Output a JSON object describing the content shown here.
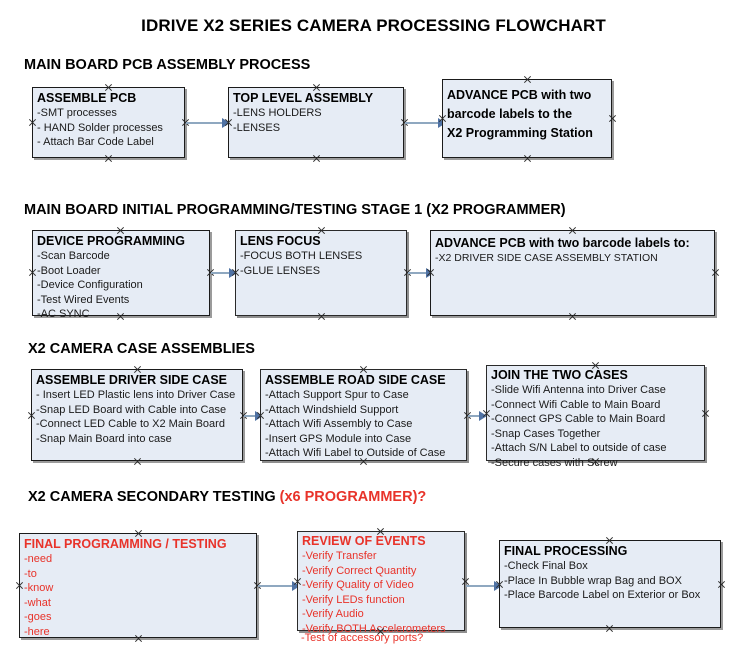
{
  "document": {
    "title": "IDRIVE X2  SERIES CAMERA PROCESSING FLOWCHART"
  },
  "colors": {
    "node_fill": "#e6ecf5",
    "node_border": "#1b1b1b",
    "connector": "#8fa8c0",
    "arrow": "#4f72a4",
    "accent_red": "#e8332a",
    "text": "#000000"
  },
  "sections": [
    {
      "heading": "MAIN BOARD PCB ASSEMBLY PROCESS",
      "heading_accent": ""
    },
    {
      "heading": "MAIN BOARD INITIAL PROGRAMMING/TESTING STAGE 1 (X2 PROGRAMMER)",
      "heading_accent": ""
    },
    {
      "heading": "X2 CAMERA CASE ASSEMBLIES",
      "heading_accent": ""
    },
    {
      "heading": "X2 CAMERA SECONDARY TESTING ",
      "heading_accent": "(x6 PROGRAMMER)?"
    }
  ],
  "nodes": {
    "assemble_pcb": {
      "title": "ASSEMBLE PCB",
      "items": [
        "-SMT processes",
        "- HAND Solder processes",
        "- Attach Bar Code Label"
      ]
    },
    "top_level_assembly": {
      "title": "TOP LEVEL ASSEMBLY",
      "items": [
        "-LENS HOLDERS",
        "-LENSES"
      ]
    },
    "advance_pcb_station": {
      "line1": "ADVANCE PCB with two",
      "line2": "barcode labels to the",
      "line3": " X2 Programming Station"
    },
    "device_programming": {
      "title": "DEVICE PROGRAMMING",
      "items": [
        "-Scan Barcode",
        "-Boot Loader",
        "-Device Configuration",
        "-Test Wired Events",
        "-AC SYNC"
      ]
    },
    "lens_focus": {
      "title": "LENS FOCUS",
      "items": [
        "-FOCUS BOTH LENSES",
        "-GLUE LENSES"
      ]
    },
    "advance_pcb_driver": {
      "title": "ADVANCE PCB with two barcode labels to:",
      "items": [
        "-X2 DRIVER  SIDE  CASE  ASSEMBLY STATION"
      ]
    },
    "driver_side_case": {
      "title": "ASSEMBLE DRIVER SIDE CASE",
      "items": [
        "- Insert LED Plastic lens into Driver Case",
        "-Snap LED Board with Cable into Case",
        "-Connect LED Cable to X2 Main Board",
        "-Snap Main Board into case"
      ]
    },
    "road_side_case": {
      "title": "ASSEMBLE ROAD SIDE CASE",
      "items": [
        "-Attach Support Spur to Case",
        "-Attach Windshield Support",
        "-Attach Wifi Assembly to Case",
        "-Insert GPS Module into Case",
        "-Attach Wifi Label to Outside of Case"
      ]
    },
    "join_two_cases": {
      "title": "JOIN THE TWO CASES",
      "items": [
        "-Slide Wifi Antenna into Driver Case",
        "-Connect Wifi Cable to Main Board",
        "-Connect GPS Cable to Main Board",
        "-Snap Cases Together",
        "-Attach S/N Label to outside of case",
        "-Secure cases with Screw"
      ]
    },
    "final_programming": {
      "title": "FINAL PROGRAMMING / TESTING",
      "items": [
        "-need",
        "-to",
        "-know",
        "-what",
        "-goes",
        "-here"
      ]
    },
    "review_of_events": {
      "title": "REVIEW OF EVENTS",
      "items": [
        "-Verify Transfer",
        "-Verify Correct Quantity",
        "-Verify Quality of Video",
        "-Verify LEDs function",
        "-Verify Audio",
        "-Verify BOTH Accelerometers"
      ],
      "overflow_item": "-Test of accessory ports?"
    },
    "final_processing": {
      "title": "FINAL PROCESSING",
      "items": [
        " -Check Final Box",
        "-Place In Bubble wrap Bag and BOX",
        "-Place Barcode Label on Exterior or Box"
      ]
    }
  }
}
